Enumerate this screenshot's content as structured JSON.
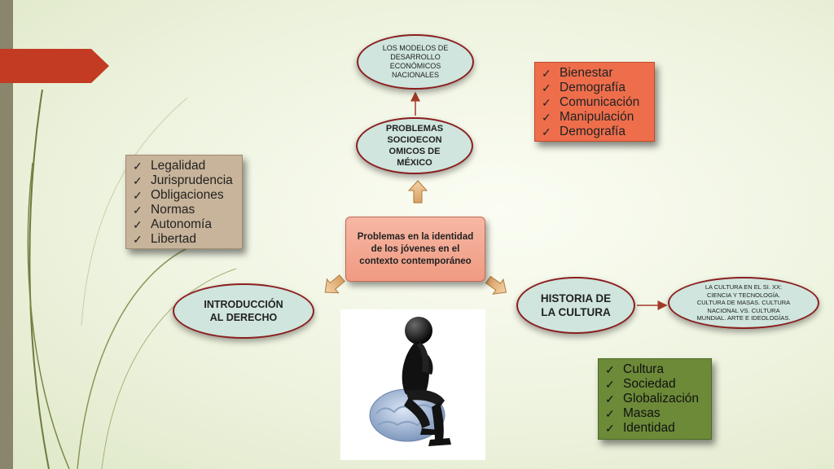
{
  "center": {
    "text": "Problemas en la identidad de los jóvenes en el contexto contemporáneo"
  },
  "nodes": {
    "problemas": "PROBLEMAS SOCIOECON OMICOS DE MÉXICO",
    "modelos": "LOS MODELOS DE DESARROLLO ECONÓMICOS NACIONALES",
    "introduccion": "INTRODUCCIÓN AL DERECHO",
    "historia": "HISTORIA DE LA CULTURA",
    "cultura_siglo": "LA CULTURA EN EL SI. XX: CIENCIA Y TECNOLOGÍA. CULTURA DE MASAS. CULTURA NACIONAL VS. CULTURA MUNDIAL. ARTE E IDEOLOGÍAS."
  },
  "lists": {
    "derecho": [
      "Legalidad",
      "Jurisprudencia",
      "Obligaciones",
      "Normas",
      "Autonomía",
      "Libertad"
    ],
    "socio": [
      "Bienestar",
      "Demografía",
      "Comunicación",
      "Manipulación",
      "Demografía"
    ],
    "cultura": [
      "Cultura",
      "Sociedad",
      "Globalización",
      "Masas",
      "Identidad"
    ]
  },
  "colors": {
    "derecho_box": "#c8b49a",
    "socio_box": "#ee6e4c",
    "cultura_box": "#6c8a38",
    "ellipse_fill": "#cfe5dd",
    "connector": "#a33a2a"
  },
  "icons": {
    "check": "✓",
    "image": "thinker-on-brain"
  }
}
